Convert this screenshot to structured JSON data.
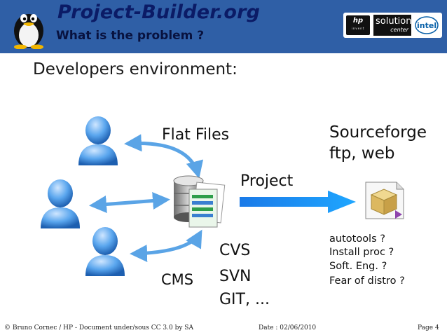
{
  "header": {
    "site_title": "Project-Builder.org",
    "subtitle": "What is the problem ?",
    "logos": {
      "hp_mark": "hp",
      "hp_caption": "invent",
      "solution_line1": "solution",
      "solution_line2": "center",
      "intel": "intel"
    },
    "colors": {
      "header_bg": "#2f5fa6",
      "title": "#0b1b66",
      "arrow": "#1e90ff",
      "user": "#4a9be8"
    }
  },
  "slide": {
    "heading": "Developers environment:",
    "labels": {
      "flat_files": "Flat Files",
      "project": "Project",
      "sourceforge": "Sourceforge",
      "ftp_web": "ftp, web",
      "cvs": "CVS",
      "svn": "SVN",
      "git": "GIT, ...",
      "cms": "CMS"
    },
    "questions": [
      "autotools ?",
      "Install proc ?",
      "Soft. Eng. ?",
      "Fear of distro ?"
    ],
    "icons": [
      "user-icon",
      "user-icon",
      "user-icon",
      "database-files-icon",
      "package-icon",
      "tux-logo"
    ]
  },
  "footer": {
    "left": "© Bruno Cornec / HP - Document under/sous CC 3.0 by SA",
    "date": "Date : 02/06/2010",
    "page": "Page 4"
  }
}
